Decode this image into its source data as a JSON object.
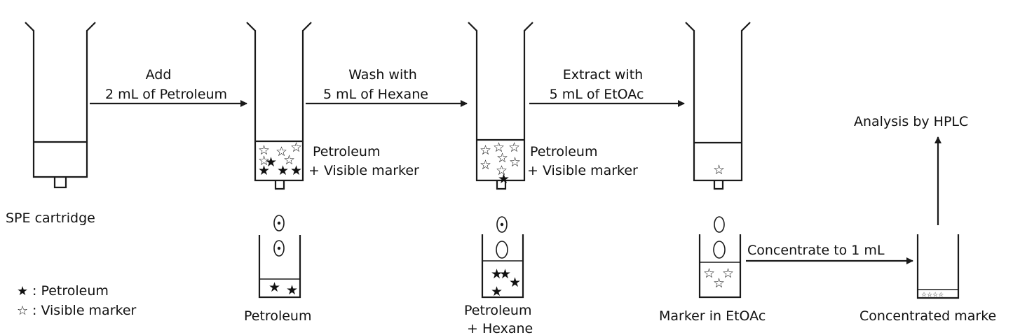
{
  "steps": {
    "add": {
      "line1": "Add",
      "line2": "2 mL of Petroleum"
    },
    "wash": {
      "line1": "Wash with",
      "line2": "5 mL of Hexane"
    },
    "extract": {
      "line1": "Extract with",
      "line2": "5 mL of EtOAc"
    },
    "concentrate": "Concentrate to 1 mL",
    "analysis": "Analysis by HPLC"
  },
  "cartridges": {
    "spe": "SPE cartridge",
    "loaded": {
      "line1": "Petroleum",
      "line2": "+ Visible marker"
    },
    "washed": {
      "line1": "Petroleum",
      "line2": "+ Visible marker"
    }
  },
  "vessels": {
    "petroleum": "Petroleum",
    "petroleum_hexane": {
      "line1": "Petroleum",
      "line2": "+ Hexane"
    },
    "marker_etoac": "Marker in EtOAc",
    "concentrated": "Concentrated marke"
  },
  "legend": {
    "solid_symbol": "★",
    "solid_label": ": Petroleum",
    "open_symbol": "☆",
    "open_label": ": Visible marker"
  }
}
